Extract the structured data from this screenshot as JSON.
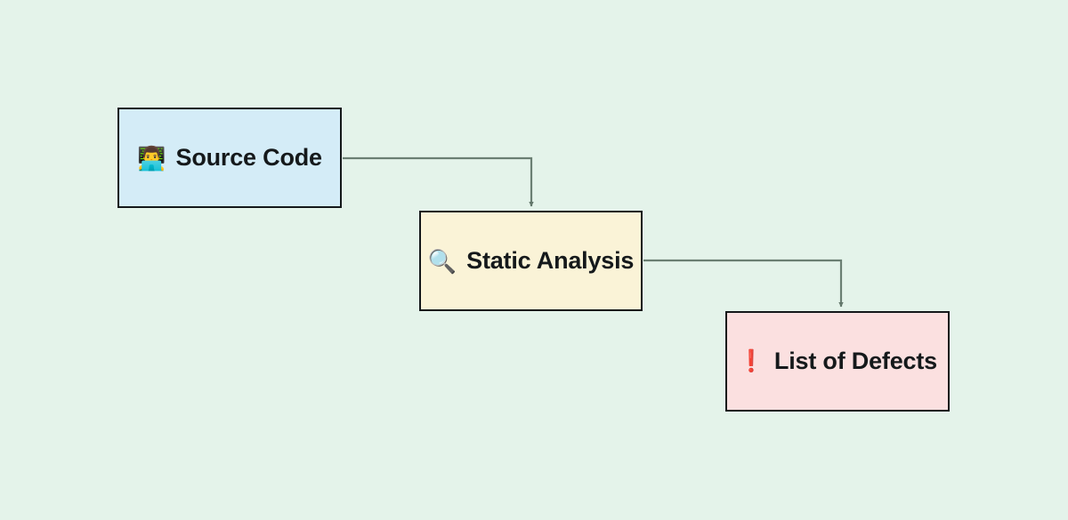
{
  "diagram": {
    "background_color": "#e4f3ea",
    "edge_color": "#6b7f73",
    "border_color": "#14181a",
    "nodes": [
      {
        "id": "source-code",
        "label": "Source Code",
        "icon": "technologist-at-laptop-icon",
        "icon_glyph": "👨‍💻",
        "fill": "#d4ecf7"
      },
      {
        "id": "static-analysis",
        "label": "Static Analysis",
        "icon": "magnifying-glass-icon",
        "icon_glyph": "🔍",
        "fill": "#faf3d7"
      },
      {
        "id": "list-of-defects",
        "label": "List of Defects",
        "icon": "red-exclamation-mark-icon",
        "icon_glyph": "❗",
        "fill": "#fbe0e0"
      }
    ],
    "edges": [
      {
        "id": "edge-source-to-static",
        "from": "source-code",
        "to": "static-analysis",
        "label": ""
      },
      {
        "id": "edge-static-to-defects",
        "from": "static-analysis",
        "to": "list-of-defects",
        "label": ""
      }
    ]
  }
}
